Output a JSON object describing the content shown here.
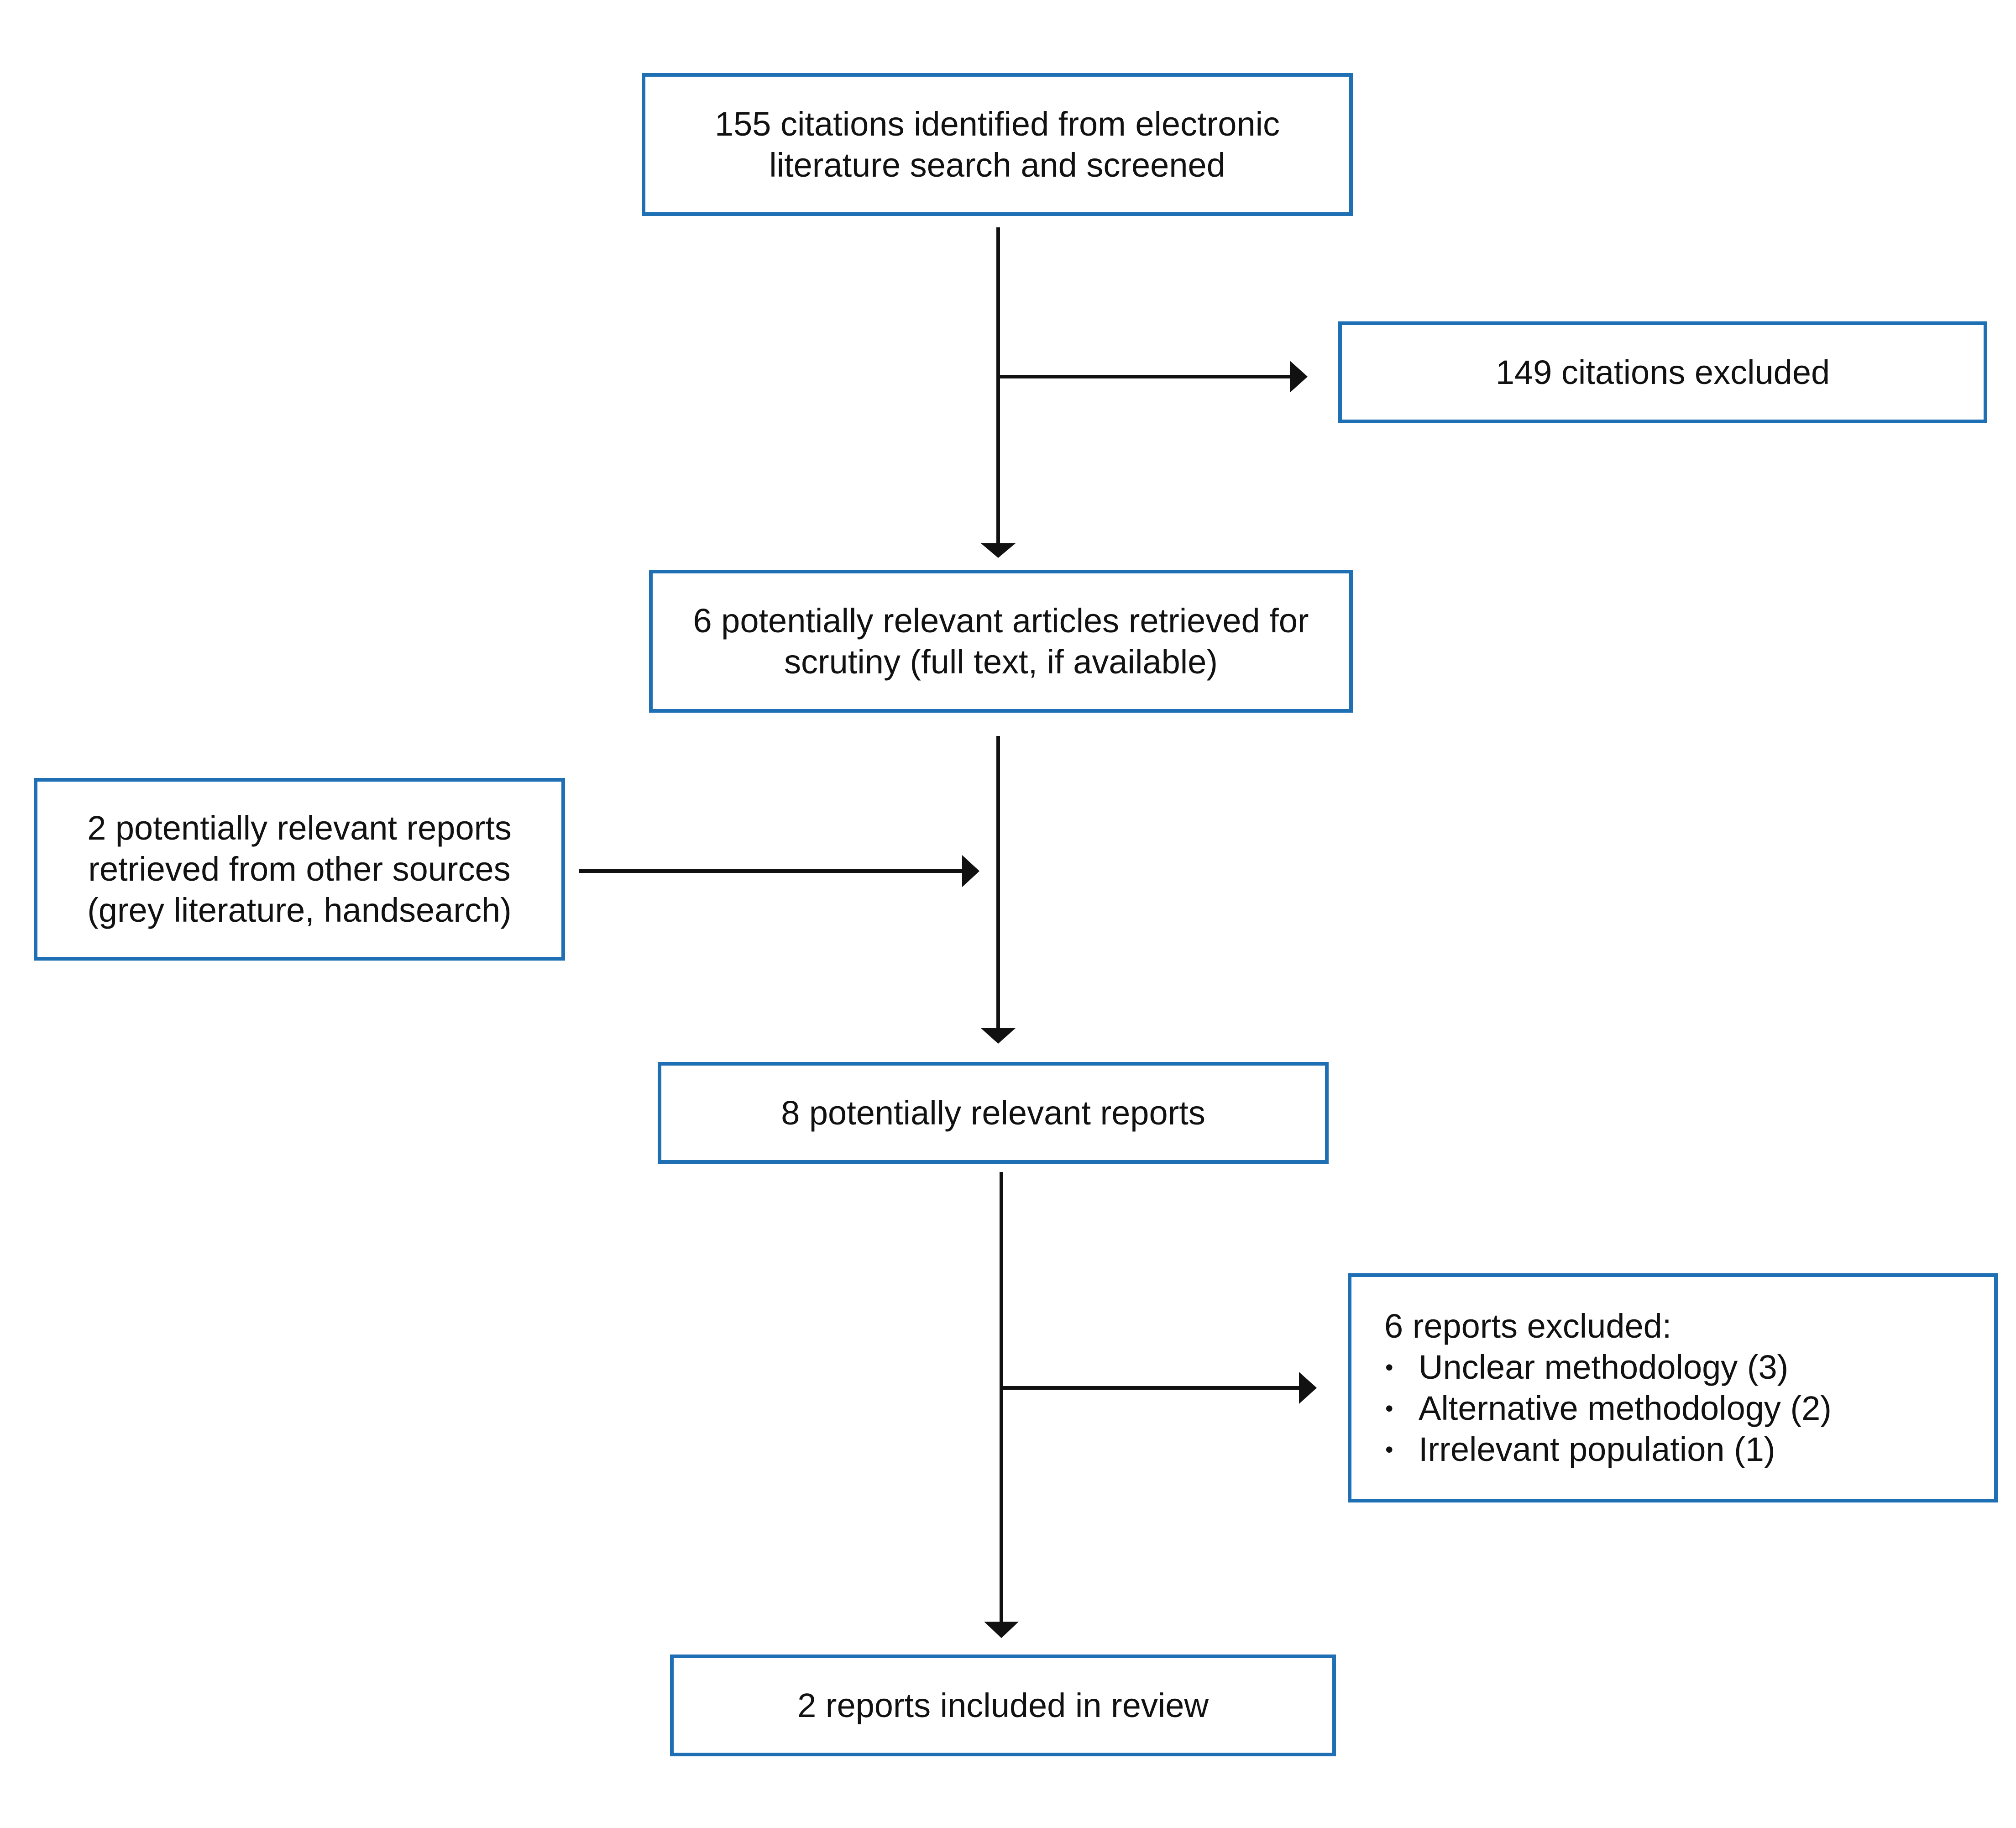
{
  "flowchart": {
    "identified": {
      "text": "155 citations identified from electronic\nliterature search and screened"
    },
    "excluded_citations": {
      "text": "149 citations excluded"
    },
    "retrieved": {
      "text": "6 potentially relevant articles retrieved for\nscrutiny (full text, if available)"
    },
    "other_sources": {
      "text": "2 potentially relevant reports\nretrieved from other sources\n(grey literature, handsearch)"
    },
    "potential_reports": {
      "text": "8 potentially relevant reports"
    },
    "excluded_reports": {
      "header": "6 reports excluded:",
      "reasons": [
        "Unclear methodology (3)",
        "Alternative methodology (2)",
        "Irrelevant population (1)"
      ]
    },
    "included": {
      "text": "2 reports included in review"
    }
  },
  "colors": {
    "box_border": "#1f6fb4",
    "arrow": "#111111",
    "background": "#ffffff"
  }
}
